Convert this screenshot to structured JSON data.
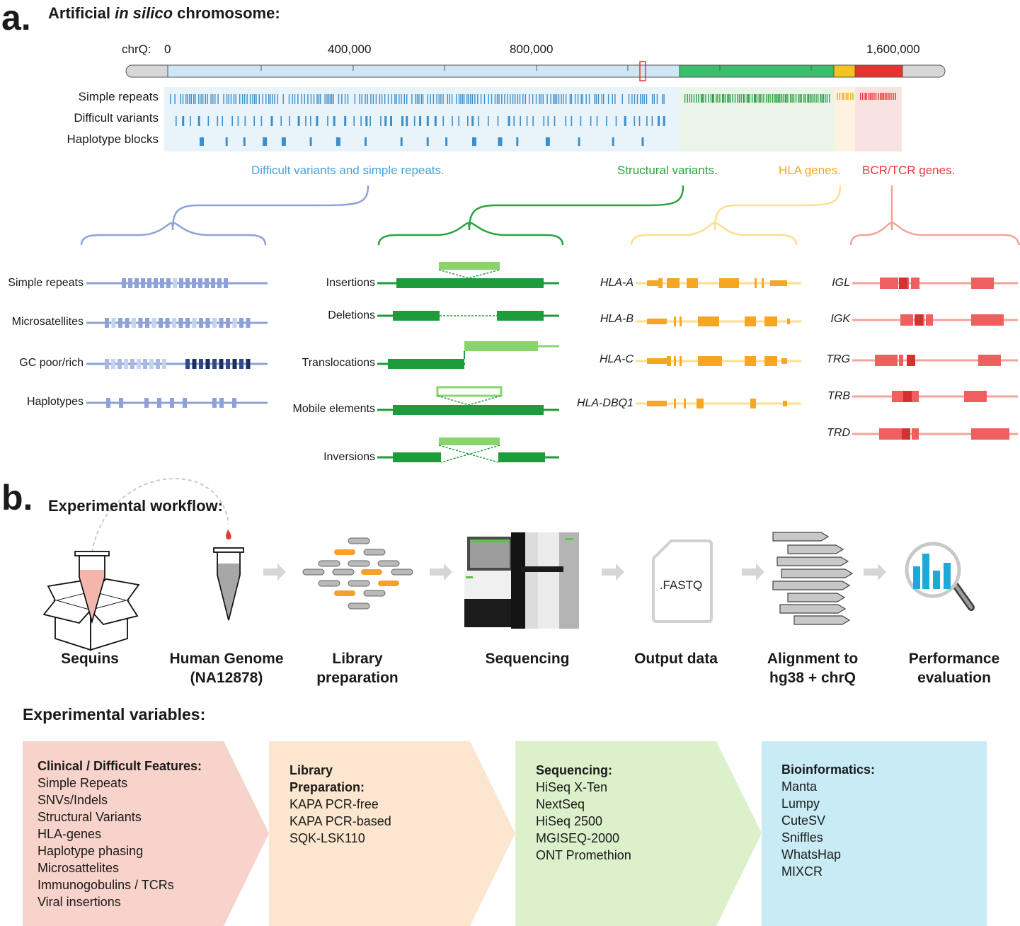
{
  "panel_a": {
    "letter": "a.",
    "title_prefix": "Artificial ",
    "title_italic": "in silico",
    "title_suffix": " chromosome:",
    "axis_label": "chrQ:",
    "ticks": [
      "0",
      "400,000",
      "800,000",
      "1,600,000"
    ],
    "track_labels": [
      "Simple repeats",
      "Difficult variants",
      "Haplotype blocks"
    ],
    "regions": [
      {
        "id": "difficult",
        "label": "Difficult variants and simple repeats.",
        "color": "#4a9fd2"
      },
      {
        "id": "sv",
        "label": "Structural variants.",
        "color": "#2aa340"
      },
      {
        "id": "hla",
        "label": "HLA genes.",
        "color": "#f5a623"
      },
      {
        "id": "bcr",
        "label": "BCR/TCR genes.",
        "color": "#e63a3a"
      }
    ],
    "small_variants": [
      "Simple repeats",
      "Microsatellites",
      "GC poor/rich",
      "Haplotypes"
    ],
    "structural_variants": [
      "Insertions",
      "Deletions",
      "Translocations",
      "Mobile elements",
      "Inversions"
    ],
    "hla_genes": [
      "HLA-A",
      "HLA-B",
      "HLA-C",
      "HLA-DBQ1"
    ],
    "bcr_genes": [
      "IGL",
      "IGK",
      "TRG",
      "TRB",
      "TRD"
    ]
  },
  "panel_b": {
    "letter": "b.",
    "title": "Experimental workflow:",
    "fastq_label": ".FASTQ",
    "steps": [
      {
        "line1": "Sequins",
        "line2": ""
      },
      {
        "line1": "Human Genome",
        "line2": "(NA12878)"
      },
      {
        "line1": "Library",
        "line2": "preparation"
      },
      {
        "line1": "Sequencing",
        "line2": ""
      },
      {
        "line1": "Output data",
        "line2": ""
      },
      {
        "line1": "Alignment to",
        "line2": "hg38 + chrQ"
      },
      {
        "line1": "Performance",
        "line2": "evaluation"
      }
    ],
    "variables_title": "Experimental variables:",
    "variables": [
      {
        "heading": "Clinical / Difficult Features:",
        "items": [
          "Simple Repeats",
          "SNVs/Indels",
          "Structural Variants",
          "HLA-genes",
          "Haplotype phasing",
          "Microsattelites",
          "Immunogobulins / TCRs",
          "Viral insertions"
        ],
        "color": "#f8d3cb"
      },
      {
        "heading": "Library\nPreparation:",
        "items": [
          "KAPA PCR-free",
          "KAPA PCR-based",
          "SQK-LSK110"
        ],
        "color": "#fde6cf"
      },
      {
        "heading": "Sequencing:",
        "items": [
          "HiSeq X-Ten",
          "NextSeq",
          "HiSeq 2500",
          "MGISEQ-2000",
          "ONT Promethion"
        ],
        "color": "#dcf1cb"
      },
      {
        "heading": "Bioinformatics:",
        "items": [
          "Manta",
          "Lumpy",
          "CuteSV",
          "Sniffles",
          "WhatsHap",
          "MIXCR"
        ],
        "color": "#c9ebf6"
      }
    ]
  }
}
